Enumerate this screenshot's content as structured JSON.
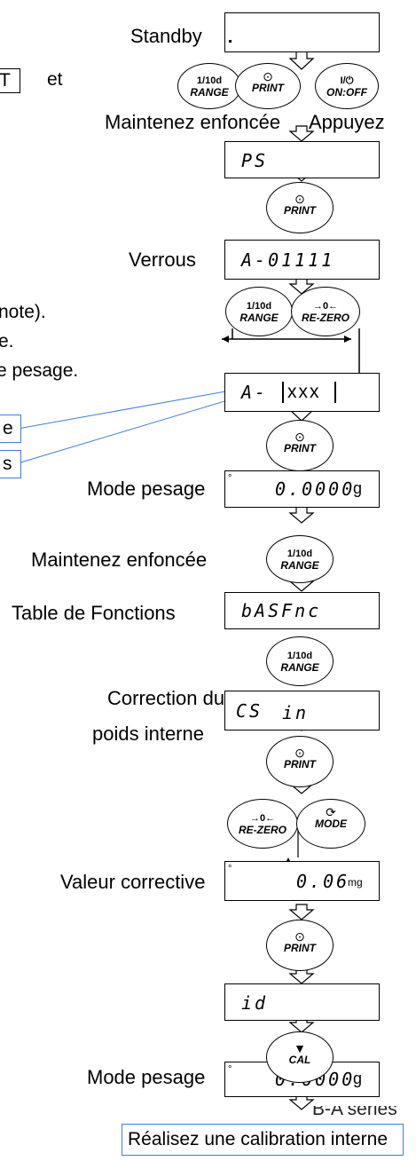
{
  "labels": {
    "standby": "Standby",
    "et": "et",
    "maintenez1": "Maintenez enfoncée",
    "appuyez": "Appuyez",
    "verrous": "Verrous",
    "mode_pesage1": "Mode pesage",
    "maintenez2": "Maintenez enfoncée",
    "table_fonctions": "Table de Fonctions",
    "correction_line1": "Correction du",
    "correction_line2": "poids interne",
    "valeur_corrective": "Valeur corrective",
    "mode_pesage2": "Mode pesage"
  },
  "clipped_left": {
    "print_key_fragment": "T",
    "note_fragment": "note).",
    "e_fragment": "e.",
    "pesage_fragment": "e pesage.",
    "box1_fragment": "e",
    "box2_fragment": "s"
  },
  "displays": {
    "standby": "",
    "ps": "PS",
    "lock": "A-01111",
    "lock_edit_prefix": "A-",
    "lock_edit_value": "xxx",
    "weigh1": "0.0000",
    "weigh1_unit": "g",
    "basfnc": "bASFnc",
    "cs_in_a": "CS",
    "cs_in_b": "in",
    "corr_value": "0.06",
    "corr_unit": "mg",
    "id": "id",
    "weigh2": "0.0000",
    "weigh2_unit": "g"
  },
  "keys": {
    "range_top": "1/10d",
    "range_bottom": "RANGE",
    "print": "PRINT",
    "onoff_top": "I/⏻",
    "onoff_bottom": "ON:OFF",
    "rezero_top": "→0←",
    "rezero_bottom": "RE-ZERO",
    "mode": "MODE",
    "cal": "CAL"
  },
  "footer": {
    "series_fragment": "B-A series",
    "banner": "Réalisez une calibration interne"
  }
}
